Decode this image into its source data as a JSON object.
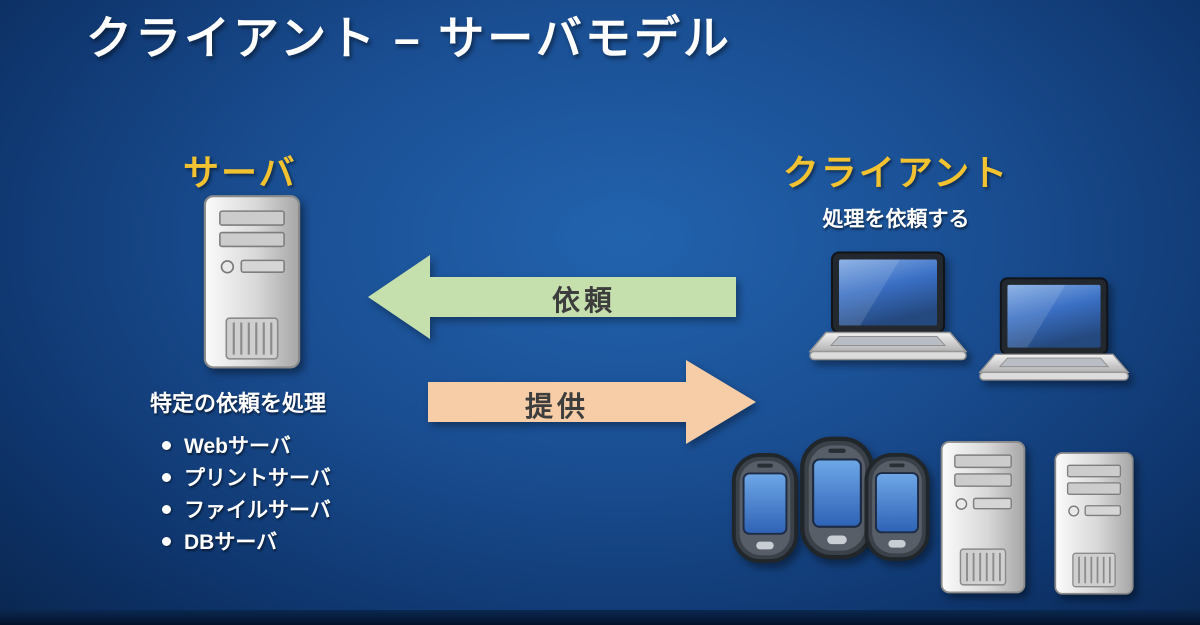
{
  "slide": {
    "title": "クライアント – サーバモデル",
    "server": {
      "heading": "サーバ",
      "caption": "特定の依頼を処理",
      "items": [
        "Webサーバ",
        "プリントサーバ",
        "ファイルサーバ",
        "DBサーバ"
      ]
    },
    "client": {
      "heading": "クライアント",
      "caption": "処理を依頼する"
    },
    "arrows": {
      "request_label": "依頼",
      "provide_label": "提供"
    },
    "colors": {
      "background_dark": "#082145",
      "background_light": "#2263ae",
      "accent_gold": "#f2c230",
      "arrow_green": "#c5dfad",
      "arrow_orange": "#f6cda6",
      "arrow_label": "#3d3d3d",
      "text_white": "#ffffff"
    }
  }
}
